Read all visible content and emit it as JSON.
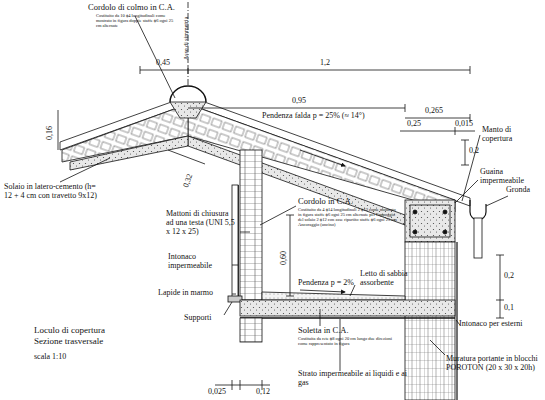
{
  "diagram": {
    "labels": [
      "Asse di simmetria",
      "Cordolo di colmo in C.A.",
      "Costituito da 10 ϕ4 longitudinali come mostrato in figura doppie staffe ϕ6 ogni 25 cm alternate",
      "0,45",
      "1,2",
      "0,95",
      "0,265",
      "0,25",
      "0,015",
      "Pendenza falda p = 25% (≈ 14°)",
      "0,2",
      "Manto di copertura",
      "Guaina impermeabile",
      "Gronda",
      "0,16",
      "Solaio in latero-cemento (h= 12 + 4 cm con travetto 9x12)",
      "0,32",
      "Mattoni di chiusura ad una testa (UNI 5,5 x 12 x 25)",
      "Intonaco impermeabile",
      "Lapide in marmo",
      "Supporti",
      "Cordolo in C.A.",
      "Costituito da 4 ϕ14 longitudinali 2 ϕ12 come mostrato in figura staffe ϕ6 ogni 25 cm alternate per l'appoggio del solaio 2 ϕ12 con asse ripartito staffe ϕ6 ogni 25 cm Ancoraggio (uncino)",
      "0,60",
      "Pendenza p = 2%",
      "Letto di sabbia assorbente",
      "Soletta in C.A.",
      "Costituita da rete ϕ8 ogni 20 cm lungo due direzioni come rappresentato in figura",
      "Strato impermeabile ai liquidi e ai gas",
      "Intonaco per esterni",
      "Muratura portante in blocchi POROTON (20 x 30 x 20h)",
      "0,2",
      "0,1",
      "0,025",
      "0,12",
      "Loculo di copertura",
      "Sezione trasversale",
      "scala 1:10"
    ]
  }
}
